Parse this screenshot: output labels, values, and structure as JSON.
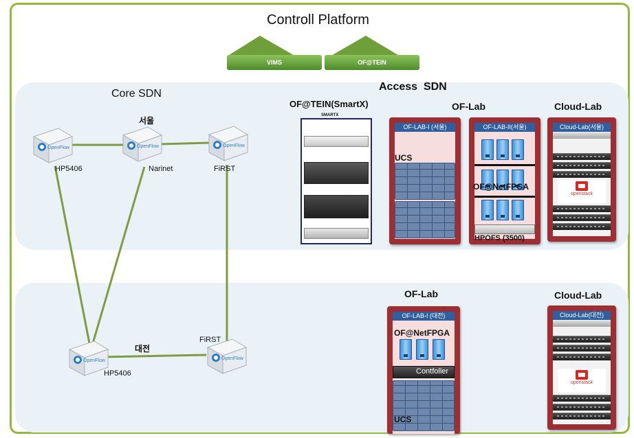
{
  "header": {
    "title": "Controll Platform"
  },
  "platform_buttons": [
    "VIMS",
    "OF@TEIN"
  ],
  "core": {
    "title": "Core SDN",
    "seoul_label": "서울",
    "daejeon_label": "대전",
    "switch_logo": "OpenFlow",
    "nodes": {
      "hp_seoul": "HP5406",
      "narinet": "Narinet",
      "first_seoul": "FiRST",
      "first_daejeon": "FiRST",
      "hp_daejeon": "HP5406"
    }
  },
  "access": {
    "title": "Access  SDN",
    "oftein": {
      "title": "OF@TEIN(SmartX)",
      "rack_label": "SMARTX"
    },
    "oflab_seoul": {
      "title": "OF-Lab",
      "rack1": {
        "head": "OF-LAB-I (서울)",
        "ucs": "UCS"
      },
      "rack2": {
        "head": "OF-LAB-II(서울)",
        "fpga": "OF@NetFPGA",
        "hpofs": "HPOFS (3500)"
      }
    },
    "cloud_seoul": {
      "title": "Cloud-Lab",
      "head": "Cloud-Lab(서울)",
      "openstack": "openstack"
    },
    "oflab_daejeon": {
      "title": "OF-Lab",
      "head": "OF-LAB-I (대전)",
      "fpga": "OF@NetFPGA",
      "controller": "Contfoller",
      "ucs": "UCS"
    },
    "cloud_daejeon": {
      "title": "Cloud-Lab",
      "head": "Cloud-Lab(대전)",
      "openstack": "openstack"
    }
  },
  "colors": {
    "frame": "#92b83c",
    "link": "#7f9b46",
    "rack": "#9b2f33",
    "band": "#eaf1f7",
    "button": "#5e9c36"
  }
}
